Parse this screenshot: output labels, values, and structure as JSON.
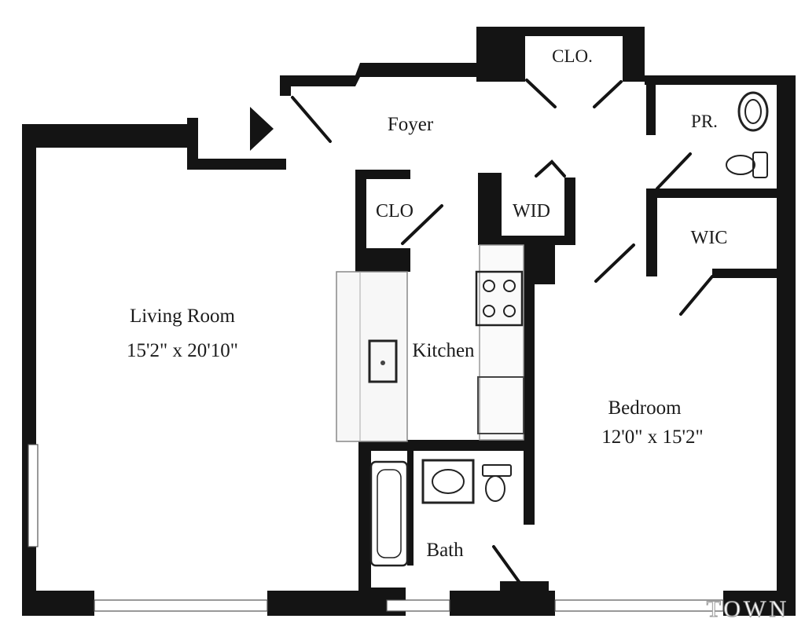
{
  "rooms": {
    "living_room": {
      "name": "Living Room",
      "dimensions": "15'2\" x 20'10\""
    },
    "bedroom": {
      "name": "Bedroom",
      "dimensions": "12'0\" x 15'2\""
    },
    "foyer": {
      "name": "Foyer"
    },
    "kitchen": {
      "name": "Kitchen"
    },
    "bath": {
      "name": "Bath"
    },
    "powder_room": {
      "name": "PR."
    },
    "walk_in_closet": {
      "name": "WIC"
    },
    "washer_dryer": {
      "name": "WID"
    },
    "foyer_closet": {
      "name": "CLO."
    },
    "kitchen_closet": {
      "name": "CLO"
    }
  },
  "watermark": "TOWN",
  "colors": {
    "wall": "#141414",
    "ink": "#1b1b1b",
    "window": "#ffffff"
  }
}
